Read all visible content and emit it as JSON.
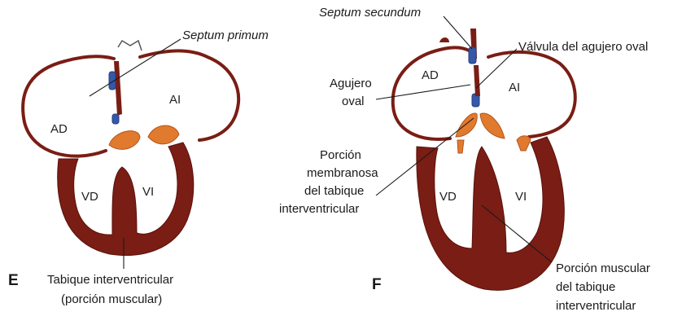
{
  "panel_e": {
    "letter": "E",
    "chambers": {
      "ra": "AD",
      "la": "AI",
      "rv": "VD",
      "lv": "VI"
    },
    "labels": {
      "septum_primum": "Septum primum",
      "tabique_line1": "Tabique interventricular",
      "tabique_line2": "(porción muscular)"
    }
  },
  "panel_f": {
    "letter": "F",
    "chambers": {
      "ra": "AD",
      "la": "AI",
      "rv": "VD",
      "lv": "VI"
    },
    "labels": {
      "septum_secundum": "Septum secundum",
      "valvula": "Válvula del agujero oval",
      "agujero_line1": "Agujero",
      "agujero_line2": "oval",
      "membranosa_line1": "Porción",
      "membranosa_line2": "membranosa",
      "membranosa_line3": "del tabique",
      "membranosa_line4": "interventricular",
      "muscular_line1": "Porción muscular",
      "muscular_line2": "del tabique",
      "muscular_line3": "interventricular"
    }
  },
  "colors": {
    "wall": "#7a1d14",
    "cushion": "#e07a2e",
    "septum": "#3558a8"
  }
}
